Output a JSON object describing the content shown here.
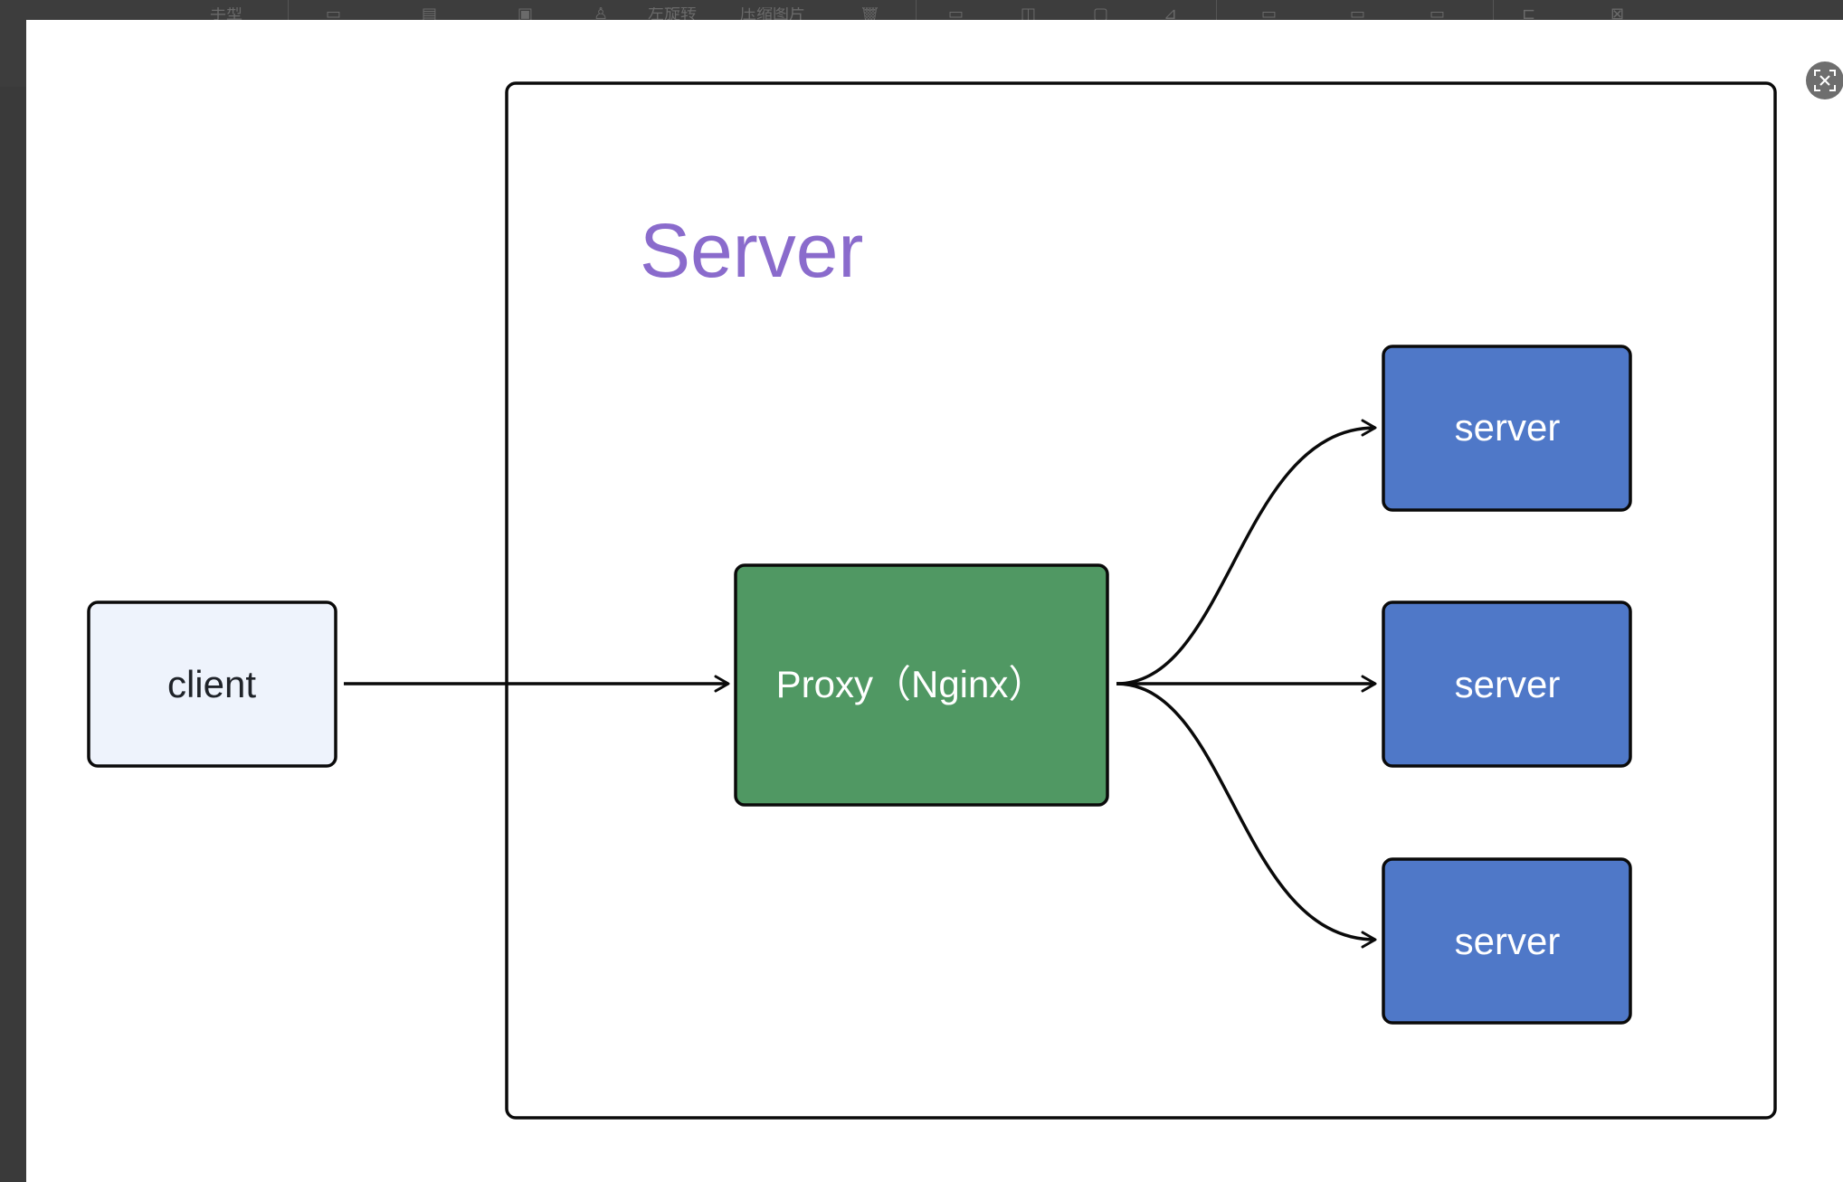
{
  "toolbar": {
    "items": [
      "手型",
      "左旋转",
      "压缩图片"
    ]
  },
  "close_button": {
    "icon": "exit-fullscreen-icon"
  },
  "diagram": {
    "group_title": "Server",
    "client_label": "client",
    "proxy_label": "Proxy（Nginx）",
    "server_labels": [
      "server",
      "server",
      "server"
    ],
    "colors": {
      "title": "#8a6bcc",
      "client_fill": "#eef3fc",
      "proxy_fill": "#509863",
      "server_fill": "#4f78c8",
      "stroke": "#0a0a0a"
    }
  }
}
